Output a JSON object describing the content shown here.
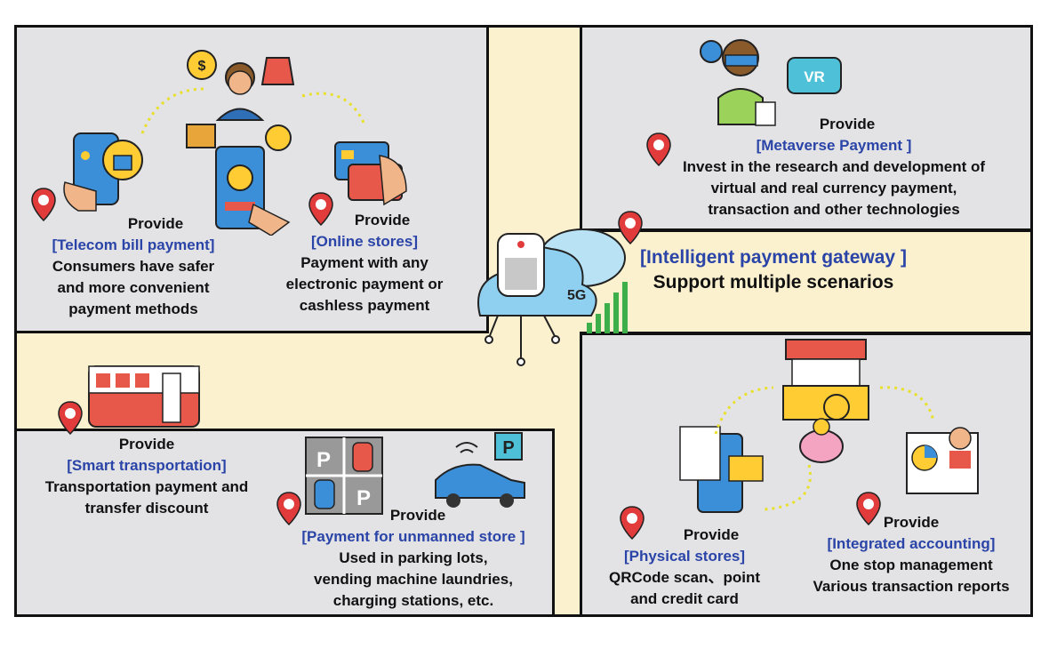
{
  "center": {
    "title": "[Intelligent payment gateway ]",
    "subtitle": "Support multiple scenarios",
    "network": "5G"
  },
  "panels": {
    "telecom": {
      "provide": "Provide",
      "title": "[Telecom bill payment]",
      "lines": [
        "Consumers have safer",
        "and more convenient",
        "payment methods"
      ]
    },
    "online": {
      "provide": "Provide",
      "title": "[Online stores]",
      "lines": [
        "Payment with any",
        "electronic payment or",
        "cashless payment"
      ]
    },
    "metaverse": {
      "provide": "Provide",
      "title": "[Metaverse Payment ]",
      "lines": [
        "Invest in the research and development of",
        "virtual and real currency payment,",
        "transaction and other technologies"
      ],
      "vr_label": "VR"
    },
    "transport": {
      "provide": "Provide",
      "title": "[Smart transportation]",
      "lines": [
        "Transportation payment and",
        "transfer discount"
      ]
    },
    "unmanned": {
      "provide": "Provide",
      "title": "[Payment for unmanned store ]",
      "lines": [
        "Used in parking lots,",
        "vending machine laundries,",
        "charging stations, etc."
      ],
      "parking_letter": "P"
    },
    "physical": {
      "provide": "Provide",
      "title": "[Physical stores]",
      "lines": [
        "QRCode scan、point",
        "and credit card"
      ]
    },
    "accounting": {
      "provide": "Provide",
      "title": "[Integrated accounting]",
      "lines": [
        "One stop management",
        "Various transaction reports"
      ]
    }
  },
  "icons": {
    "coin_symbol": "$"
  },
  "colors": {
    "panel": "#e3e3e5",
    "road": "#fbf1cf",
    "title_blue": "#2a44a8",
    "pin_red": "#e23b3b"
  }
}
